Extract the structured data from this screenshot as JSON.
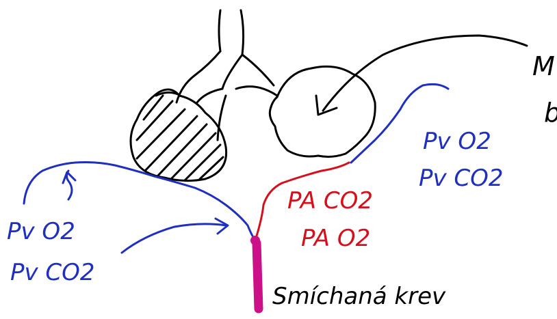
{
  "colors": {
    "ink": "#000000",
    "blue": "#1f2fbf",
    "red": "#d60f1c",
    "magenta": "#cc1188"
  },
  "labels": {
    "top_right_cut": "M",
    "right_cut_2": "b",
    "venous_right_o2": "Pv O2",
    "venous_right_co2": "Pv CO2",
    "alveolar_co2": "PA CO2",
    "alveolar_o2": "PA O2",
    "venous_left_o2": "Pv O2",
    "venous_left_co2": "Pv CO2",
    "mixed_blood": "Smíchaná krev"
  }
}
